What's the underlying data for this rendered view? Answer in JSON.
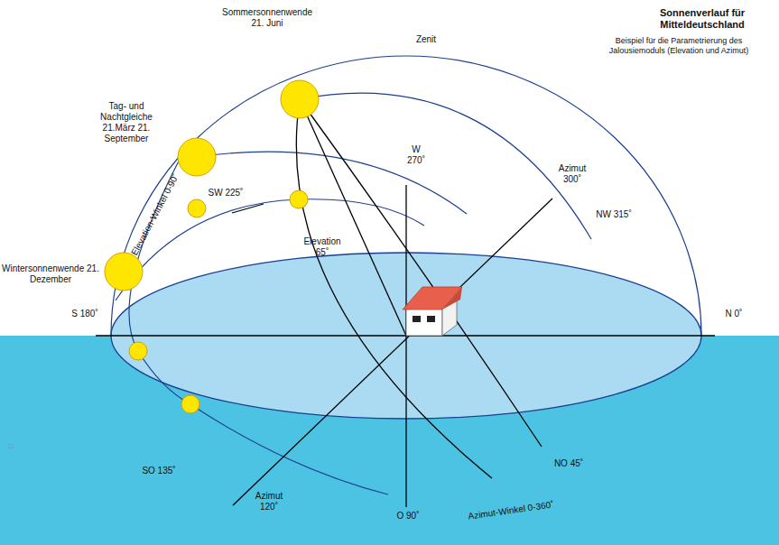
{
  "diagram": {
    "title": "Sonnenverlauf für Mitteldeutschland",
    "labels": [
      "Beispiel für die Parametrierung des Jalousiemoduls (Elevation und Azimut)",
      "Sommersonnenwende 21. Juni",
      "Zenit",
      "Tag- und Nachtgleiche 21.März 21. September",
      "Elevation-Winkel 0-90˚",
      "W 270˚",
      "Azimut 300˚",
      "NW 315˚",
      "SW 225˚",
      "Elevation 65˚",
      "Wintersonnenwende 21. Dezember",
      "S 180˚",
      "N 0˚",
      "SO 135˚",
      "Azimut 120˚",
      "O 90˚",
      "Azimut-Winkel 0-360˚",
      "NO 45˚",
      "□"
    ]
  }
}
